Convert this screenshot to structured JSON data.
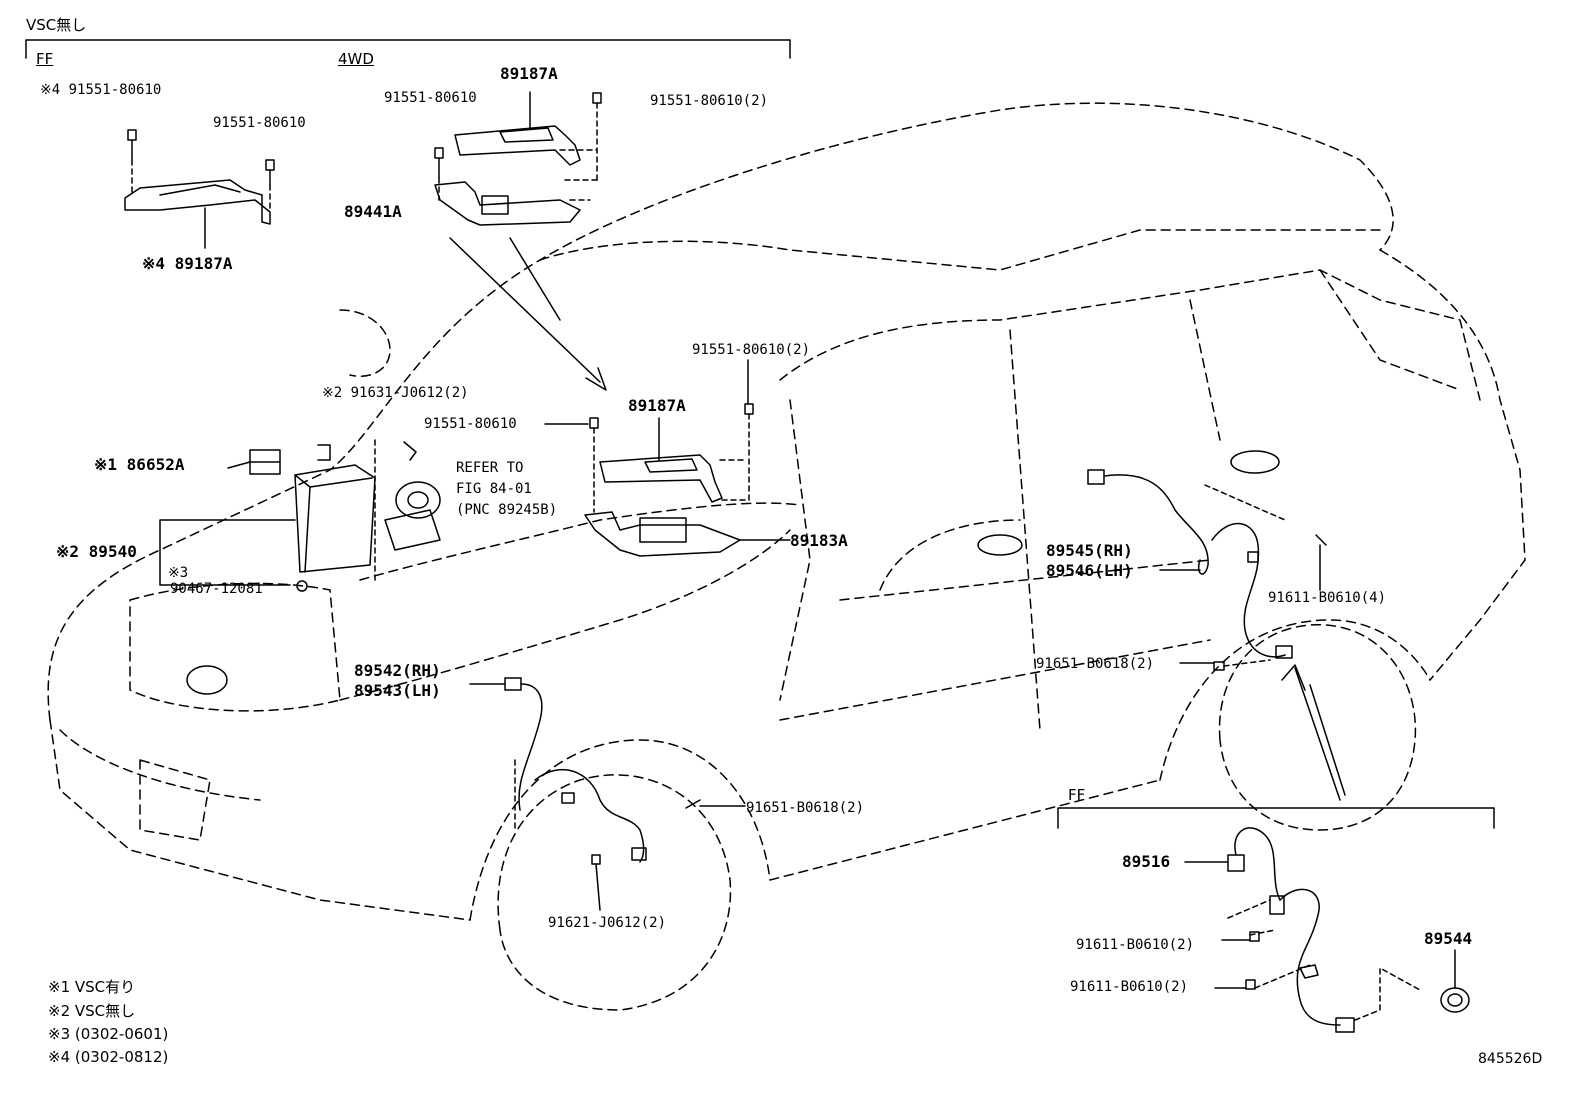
{
  "groups": {
    "no_vsc": "VSC無し",
    "ff_top": "FF",
    "four_wd": "4WD",
    "ff_bottom": "FF"
  },
  "parts": {
    "ff_bolt_a": "※4 91551-80610",
    "ff_bolt_b": "91551-80610",
    "ff_bracket": "※4 89187A",
    "fourwd_bolt_a": "91551-80610",
    "fourwd_bracket": "89187A",
    "fourwd_bolt_b": "91551-80610(2)",
    "fourwd_sensor": "89441A",
    "main_bolt_pair": "91551-80610(2)",
    "screw_2": "※2 91631-J0612(2)",
    "bracket_main": "89187A",
    "bolt_main": "91551-80610",
    "refer_line1": "REFER TO",
    "refer_line2": "FIG 84-01",
    "refer_line3": "(PNC 89245B)",
    "relay": "※1 86652A",
    "ecu": "※2 89540",
    "note_3": "※3",
    "ecu_screw": "90467-12081",
    "yaw_sensor": "89183A",
    "rear_sensor_rh": "89545(RH)",
    "rear_sensor_lh": "89546(LH)",
    "rear_bolt_4": "91611-B0610(4)",
    "rear_bolt_2": "91651-B0618(2)",
    "front_sensor_rh": "89542(RH)",
    "front_sensor_lh": "89543(LH)",
    "front_bolt": "91651-B0618(2)",
    "front_screw": "91621-J0612(2)",
    "ff_rear_sensor": "89516",
    "ff_rear_bolt_a": "91611-B0610(2)",
    "ff_rear_bolt_b": "91611-B0610(2)",
    "rotor": "89544"
  },
  "notes": [
    "※1 VSC有り",
    "※2 VSC無し",
    "※3 (0302-0601)",
    "※4 (0302-0812)"
  ],
  "figure_id": "845526D"
}
